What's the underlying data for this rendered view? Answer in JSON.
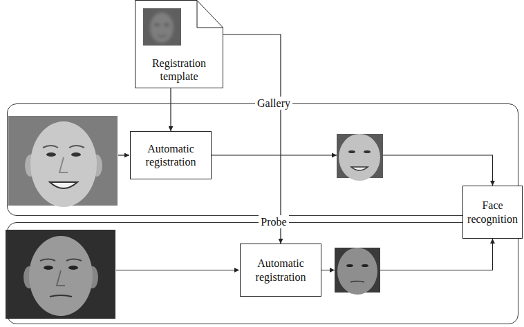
{
  "diagram": {
    "nodes": [
      {
        "text": [
          "Registration template"
        ]
      },
      {
        "text": [
          "Gallery"
        ]
      },
      {
        "text": [
          "Automatic registration"
        ],
        "in": 1
      },
      {
        "text": [
          "Probe"
        ]
      },
      {
        "text": [
          "Automatic registration"
        ],
        "in": 3
      },
      {
        "text": [
          "Face recognition"
        ]
      }
    ],
    "edges": [
      {
        "from": 0,
        "to": 2,
        "arrow": "to"
      },
      {
        "from": 0,
        "to": 4,
        "arrow": "to"
      },
      {
        "from": 2,
        "to": 5,
        "arrow": "to"
      },
      {
        "from": 4,
        "to": 5,
        "arrow": "to"
      }
    ]
  }
}
